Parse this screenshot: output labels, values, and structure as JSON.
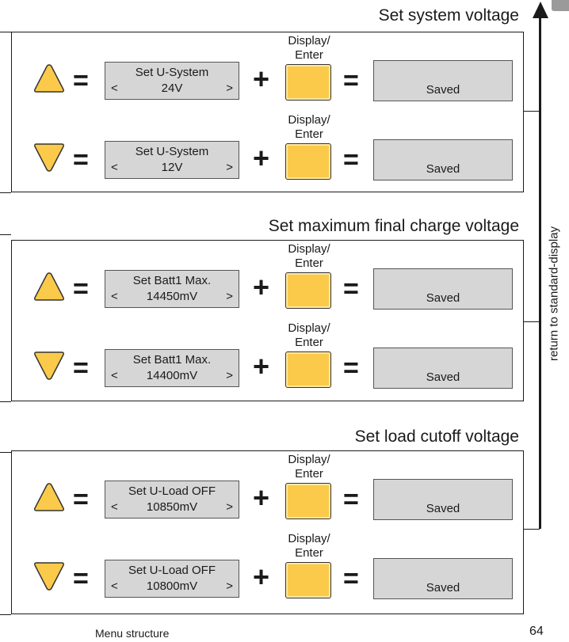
{
  "page": {
    "footer_label": "Menu structure",
    "page_number": "64",
    "return_label": "return to standard-display"
  },
  "common": {
    "enter_label": "Display/\nEnter",
    "saved": "Saved",
    "eq": "=",
    "plus": "+",
    "lt": "<",
    "gt": ">"
  },
  "colors": {
    "arrow_fill": "#fbca4a",
    "enter_fill": "#fbca4a",
    "lcd_fill": "#d6d6d6"
  },
  "sections": [
    {
      "title": "Set system voltage",
      "rows": [
        {
          "arrow": "up",
          "icon": "up-arrow-icon",
          "line1": "Set U-System",
          "line2": "24V"
        },
        {
          "arrow": "down",
          "icon": "down-arrow-icon",
          "line1": "Set U-System",
          "line2": "12V"
        }
      ]
    },
    {
      "title": "Set maximum final charge voltage",
      "rows": [
        {
          "arrow": "up",
          "icon": "up-arrow-icon",
          "line1": "Set Batt1 Max.",
          "line2": "14450mV"
        },
        {
          "arrow": "down",
          "icon": "down-arrow-icon",
          "line1": "Set Batt1 Max.",
          "line2": "14400mV"
        }
      ]
    },
    {
      "title": "Set load cutoff voltage",
      "rows": [
        {
          "arrow": "up",
          "icon": "up-arrow-icon",
          "line1": "Set U-Load OFF",
          "line2": "10850mV"
        },
        {
          "arrow": "down",
          "icon": "down-arrow-icon",
          "line1": "Set U-Load OFF",
          "line2": "10800mV"
        }
      ]
    }
  ]
}
